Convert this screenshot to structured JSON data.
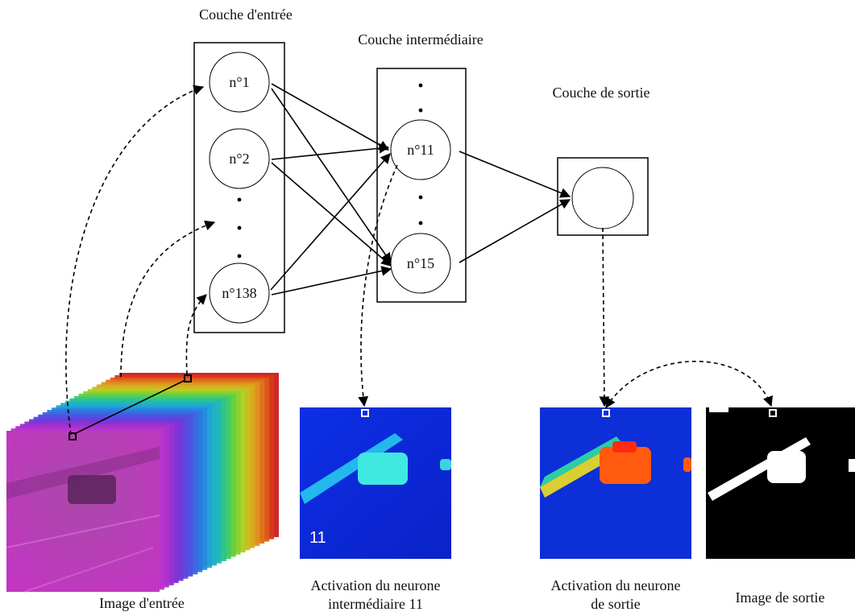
{
  "layers": {
    "input": {
      "title": "Couche d'entrée",
      "neurons": [
        "n°1",
        "n°2",
        "n°138"
      ]
    },
    "hidden": {
      "title": "Couche intermédiaire",
      "neurons": [
        "n°11",
        "n°15"
      ]
    },
    "output": {
      "title": "Couche de sortie"
    }
  },
  "images": {
    "input": {
      "caption": "Image d'entrée"
    },
    "activation_hidden": {
      "caption_line1": "Activation du neurone",
      "caption_line2": "intermédiaire 11",
      "overlay_number": "11"
    },
    "activation_output": {
      "caption_line1": "Activation du neurone",
      "caption_line2": "de sortie"
    },
    "output": {
      "caption": "Image de sortie"
    }
  },
  "colors": {
    "activation_background": "#0b2be0",
    "activation_highlight": "#29e0ff",
    "hot": "#ff5a10",
    "stack_start": "#cc33cc",
    "stack_end": "#cc1a1a"
  }
}
